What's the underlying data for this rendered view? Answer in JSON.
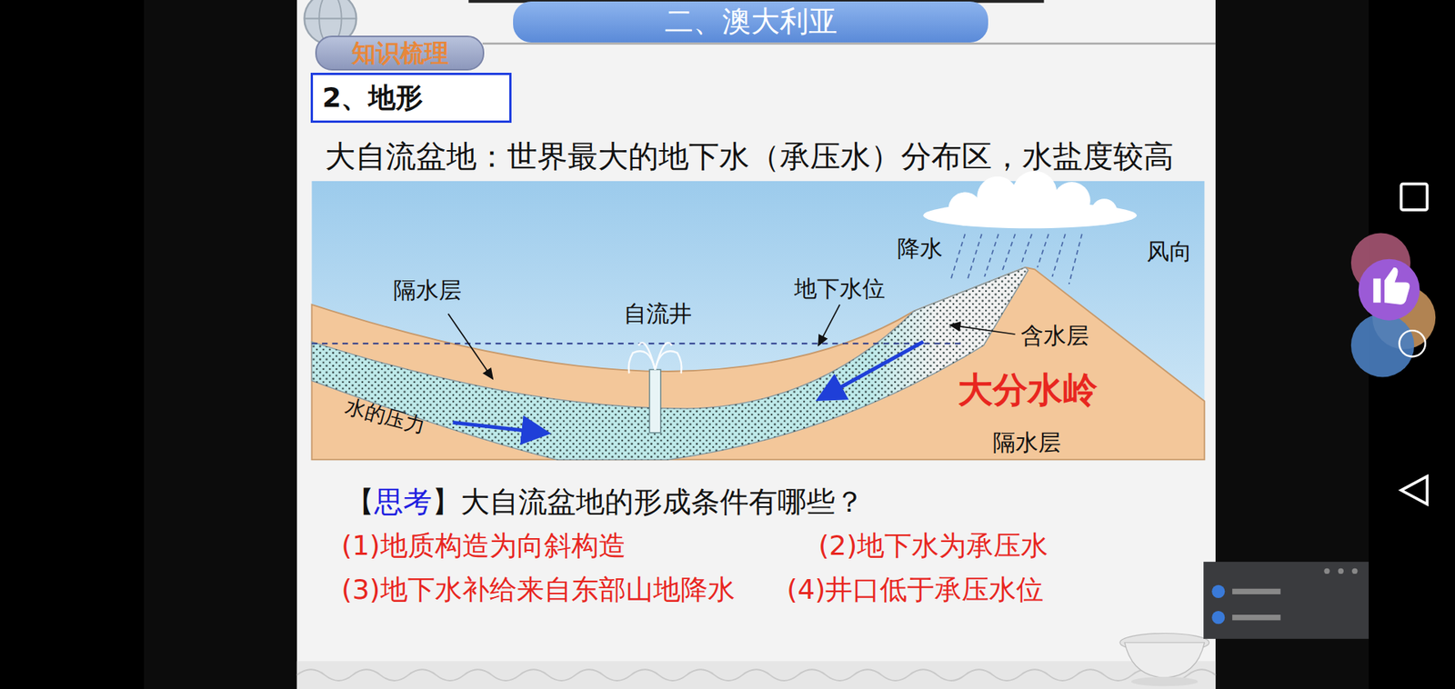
{
  "diagram": {
    "nodes": [
      {
        "text": [
          "二、澳大利亚"
        ]
      },
      {
        "text": [
          "知识梳理"
        ]
      },
      {
        "text": [
          "2、地形"
        ]
      }
    ],
    "labels": [
      "大自流盆地：世界最大的地下水（承压水）分布区，水盐度较高",
      "降水",
      "风向",
      "隔水层",
      "地下水位",
      "自流井",
      "含水层",
      "大分水岭",
      "水的压力",
      "隔水层",
      "【",
      "思考",
      "】大自流盆地的形成条件有哪些？",
      "(1)地质构造为向斜构造",
      "(2)地下水为承压水",
      "(3)地下水补给来自东部山地降水",
      "(4)井口低于承压水位"
    ]
  }
}
